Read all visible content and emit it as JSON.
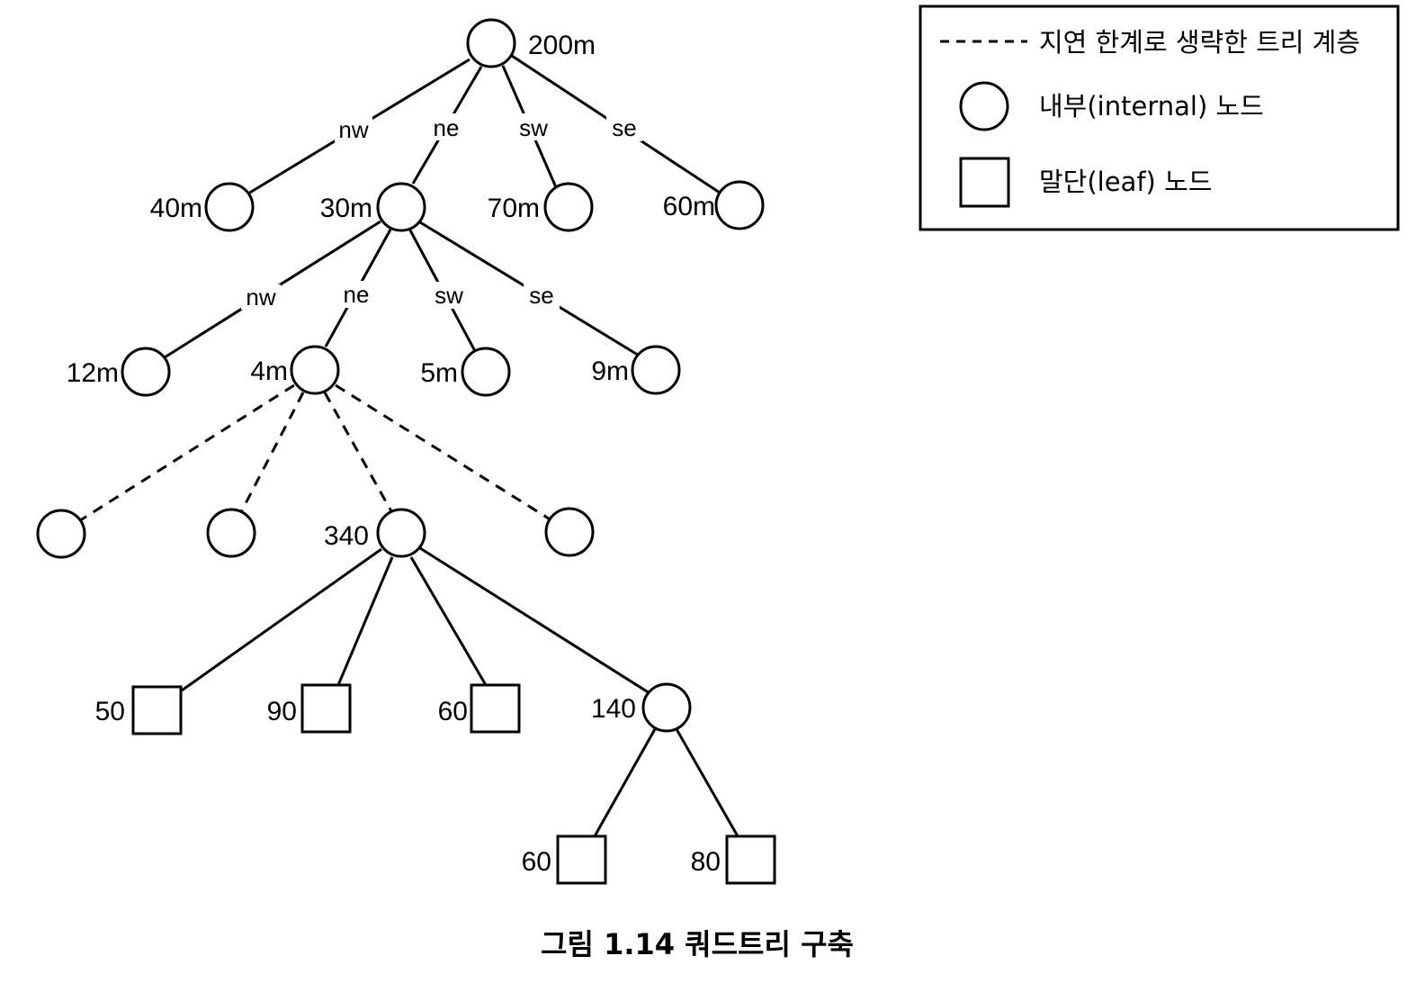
{
  "nodes": {
    "root": "200m",
    "l1_nw": "40m",
    "l1_ne": "30m",
    "l1_sw": "70m",
    "l1_se": "60m",
    "l2_nw": "12m",
    "l2_ne": "4m",
    "l2_sw": "5m",
    "l2_se": "9m",
    "l3_sw": "340",
    "leaf_nw": "50",
    "leaf_ne": "90",
    "leaf_sw": "60",
    "l4_se": "140",
    "leaf_se_a": "60",
    "leaf_se_b": "80"
  },
  "edge_labels": {
    "l1": [
      "nw",
      "ne",
      "sw",
      "se"
    ],
    "l2": [
      "nw",
      "ne",
      "sw",
      "se"
    ]
  },
  "legend": {
    "dashed": "지연 한계로 생략한 트리 계층",
    "internal": "내부(internal) 노드",
    "leaf": "말단(leaf) 노드"
  },
  "caption": {
    "prefix": "그림 1.14",
    "title": "쿼드트리 구축"
  }
}
